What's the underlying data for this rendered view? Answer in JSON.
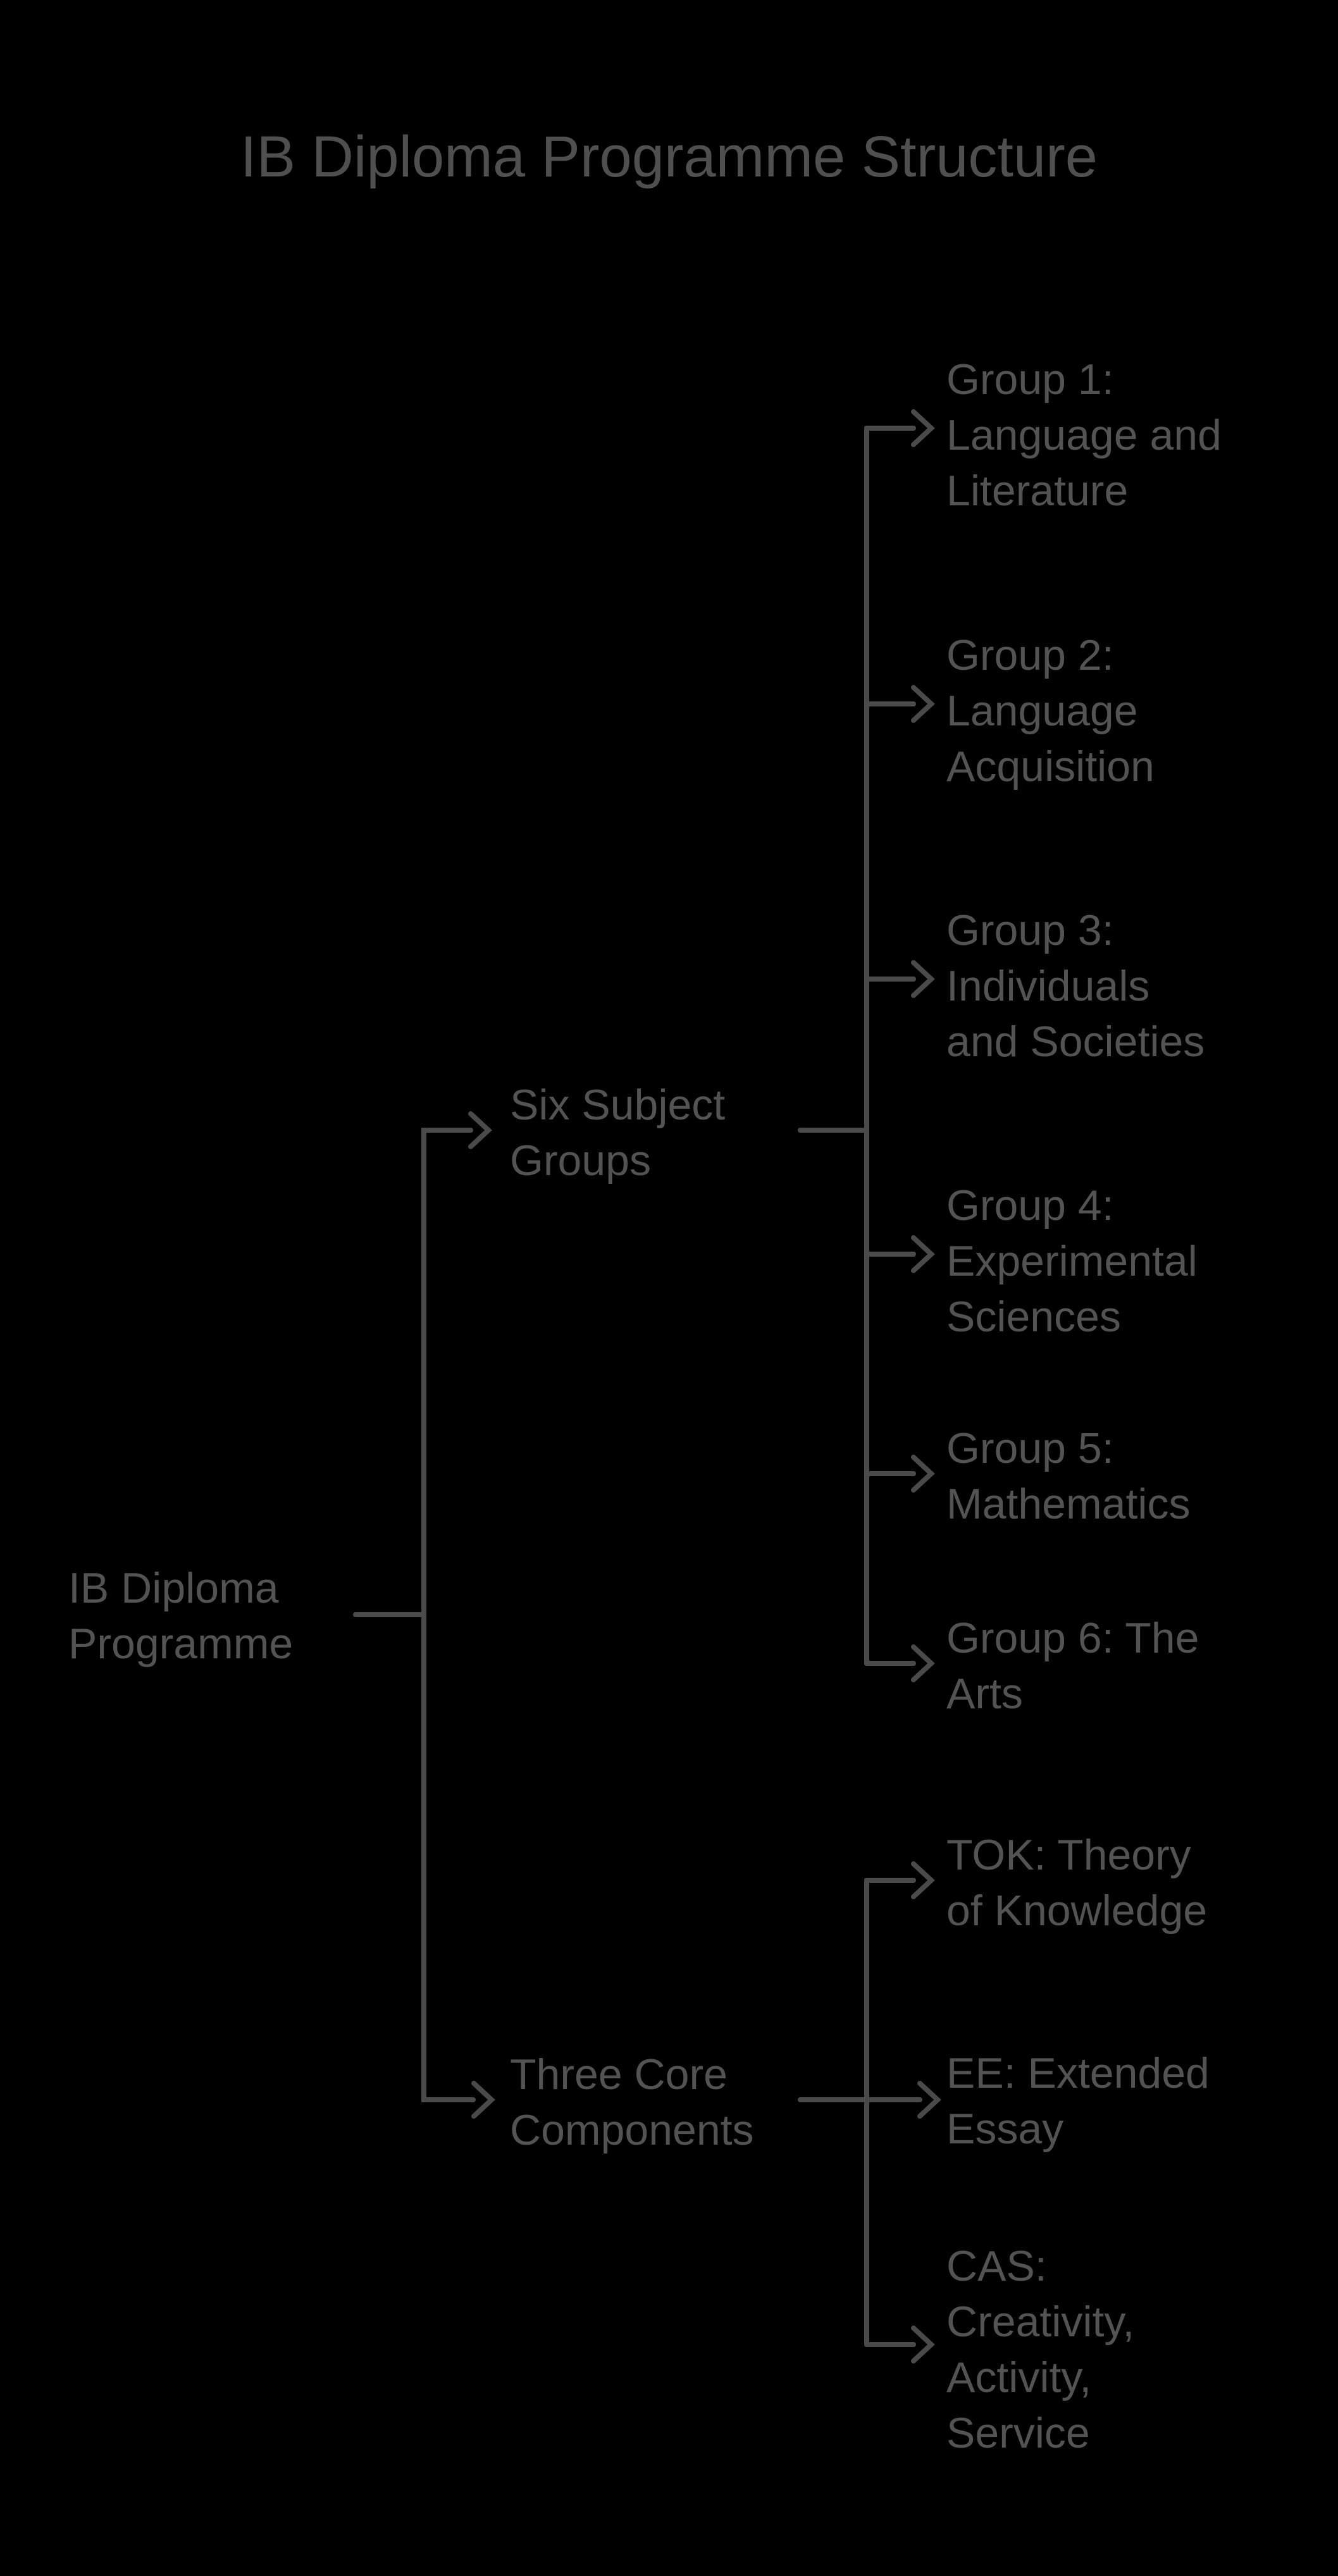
{
  "title": "IB Diploma Programme Structure",
  "colors": {
    "background": "#000000",
    "line": "#4a4a4a",
    "text": "#535353",
    "title": "#4f4f4f"
  },
  "tree": {
    "root": {
      "label": "IB Diploma Programme",
      "text": "IB Diploma\nProgramme"
    },
    "branches": [
      {
        "label": "Six Subject Groups",
        "text": "Six Subject\nGroups",
        "children": [
          {
            "label": "Group 1: Language and Literature",
            "text": "Group 1:\nLanguage and\nLiterature"
          },
          {
            "label": "Group 2: Language Acquisition",
            "text": "Group 2:\nLanguage\nAcquisition"
          },
          {
            "label": "Group 3: Individuals and Societies",
            "text": "Group 3:\nIndividuals\nand Societies"
          },
          {
            "label": "Group 4: Experimental Sciences",
            "text": "Group 4:\nExperimental\nSciences"
          },
          {
            "label": "Group 5: Mathematics",
            "text": "Group 5:\nMathematics"
          },
          {
            "label": "Group 6: The Arts",
            "text": "Group 6: The\nArts"
          }
        ]
      },
      {
        "label": "Three Core Components",
        "text": "Three Core\nComponents",
        "children": [
          {
            "label": "TOK: Theory of Knowledge",
            "text": "TOK: Theory\nof Knowledge"
          },
          {
            "label": "EE: Extended Essay",
            "text": "EE: Extended\nEssay"
          },
          {
            "label": "CAS: Creativity, Activity, Service",
            "text": "CAS:\nCreativity,\nActivity,\nService"
          }
        ]
      }
    ]
  }
}
